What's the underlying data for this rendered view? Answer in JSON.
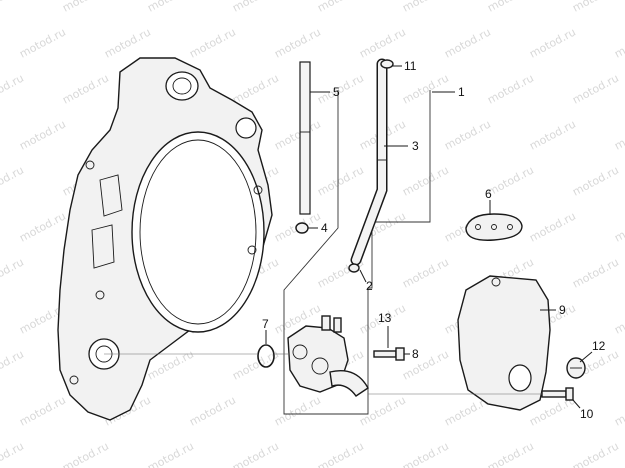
{
  "watermark": "motod.ru",
  "callouts": [
    {
      "id": "1",
      "label": "1"
    },
    {
      "id": "2",
      "label": "2"
    },
    {
      "id": "3",
      "label": "3"
    },
    {
      "id": "4",
      "label": "4"
    },
    {
      "id": "5",
      "label": "5"
    },
    {
      "id": "6",
      "label": "6"
    },
    {
      "id": "7",
      "label": "7"
    },
    {
      "id": "8",
      "label": "8"
    },
    {
      "id": "9",
      "label": "9"
    },
    {
      "id": "10",
      "label": "10"
    },
    {
      "id": "11",
      "label": "11"
    },
    {
      "id": "12",
      "label": "12"
    },
    {
      "id": "13",
      "label": "13"
    }
  ]
}
